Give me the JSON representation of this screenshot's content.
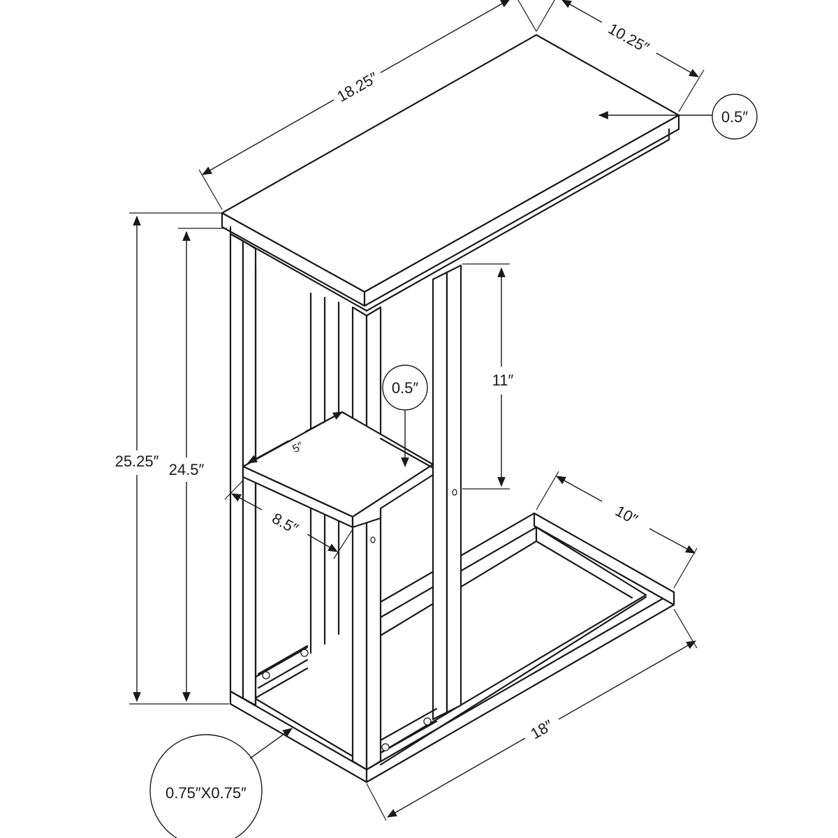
{
  "dimensions": {
    "top_length": "18.25″",
    "top_width": "10.25″",
    "top_thickness": "0.5″",
    "overall_height": "25.25″",
    "frame_height": "24.5″",
    "shelf_depth": "5″",
    "shelf_width": "8.5″",
    "shelf_thickness": "0.5″",
    "opening_height": "11″",
    "base_width": "10″",
    "base_length": "18″",
    "tube_size": "0.75″X0.75″"
  }
}
